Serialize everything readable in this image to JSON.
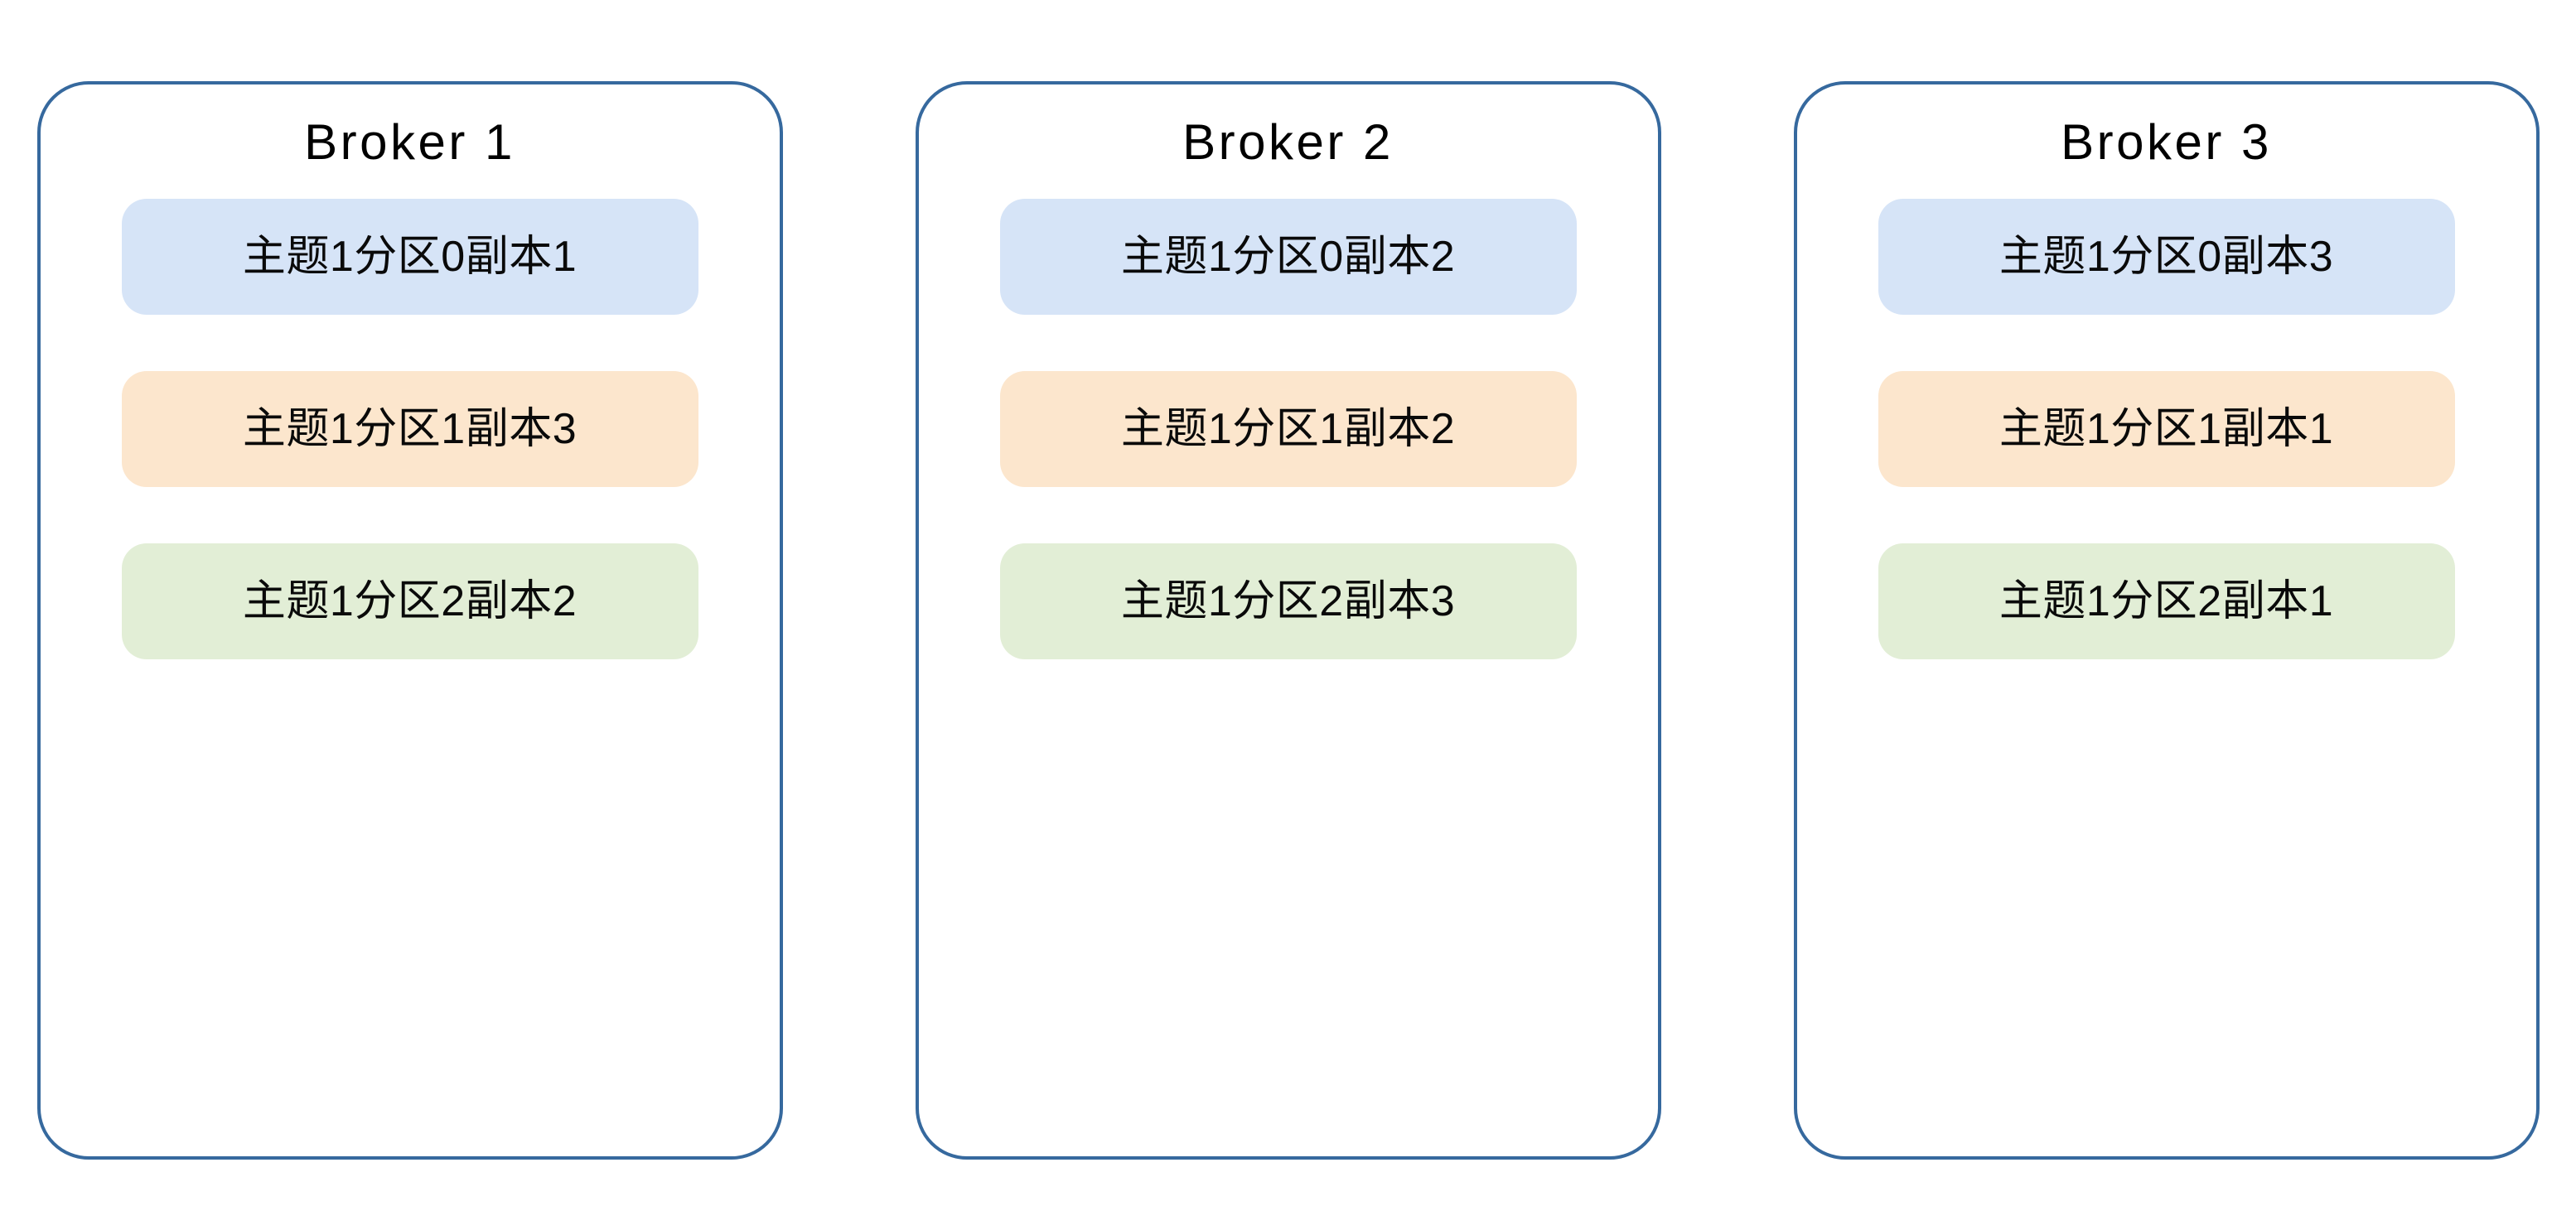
{
  "diagram": {
    "background_color": "#ffffff",
    "border_color": "#36699e",
    "title_color": "#000000",
    "label_color": "#0a0a0a",
    "partition_colors": {
      "partition_0": "#d6e4f7",
      "partition_1": "#fce6cd",
      "partition_2": "#e2eed6"
    }
  },
  "brokers": [
    {
      "title": "Broker 1",
      "partitions": [
        {
          "label": "主题1分区0副本1",
          "topic": "1",
          "partition": "0",
          "replica": "1",
          "color": "#d6e4f7"
        },
        {
          "label": "主题1分区1副本3",
          "topic": "1",
          "partition": "1",
          "replica": "3",
          "color": "#fce6cd"
        },
        {
          "label": "主题1分区2副本2",
          "topic": "1",
          "partition": "2",
          "replica": "2",
          "color": "#e2eed6"
        }
      ]
    },
    {
      "title": "Broker 2",
      "partitions": [
        {
          "label": "主题1分区0副本2",
          "topic": "1",
          "partition": "0",
          "replica": "2",
          "color": "#d6e4f7"
        },
        {
          "label": "主题1分区1副本2",
          "topic": "1",
          "partition": "1",
          "replica": "2",
          "color": "#fce6cd"
        },
        {
          "label": "主题1分区2副本3",
          "topic": "1",
          "partition": "2",
          "replica": "3",
          "color": "#e2eed6"
        }
      ]
    },
    {
      "title": "Broker 3",
      "partitions": [
        {
          "label": "主题1分区0副本3",
          "topic": "1",
          "partition": "0",
          "replica": "3",
          "color": "#d6e4f7"
        },
        {
          "label": "主题1分区1副本1",
          "topic": "1",
          "partition": "1",
          "replica": "1",
          "color": "#fce6cd"
        },
        {
          "label": "主题1分区2副本1",
          "topic": "1",
          "partition": "2",
          "replica": "1",
          "color": "#e2eed6"
        }
      ]
    }
  ]
}
